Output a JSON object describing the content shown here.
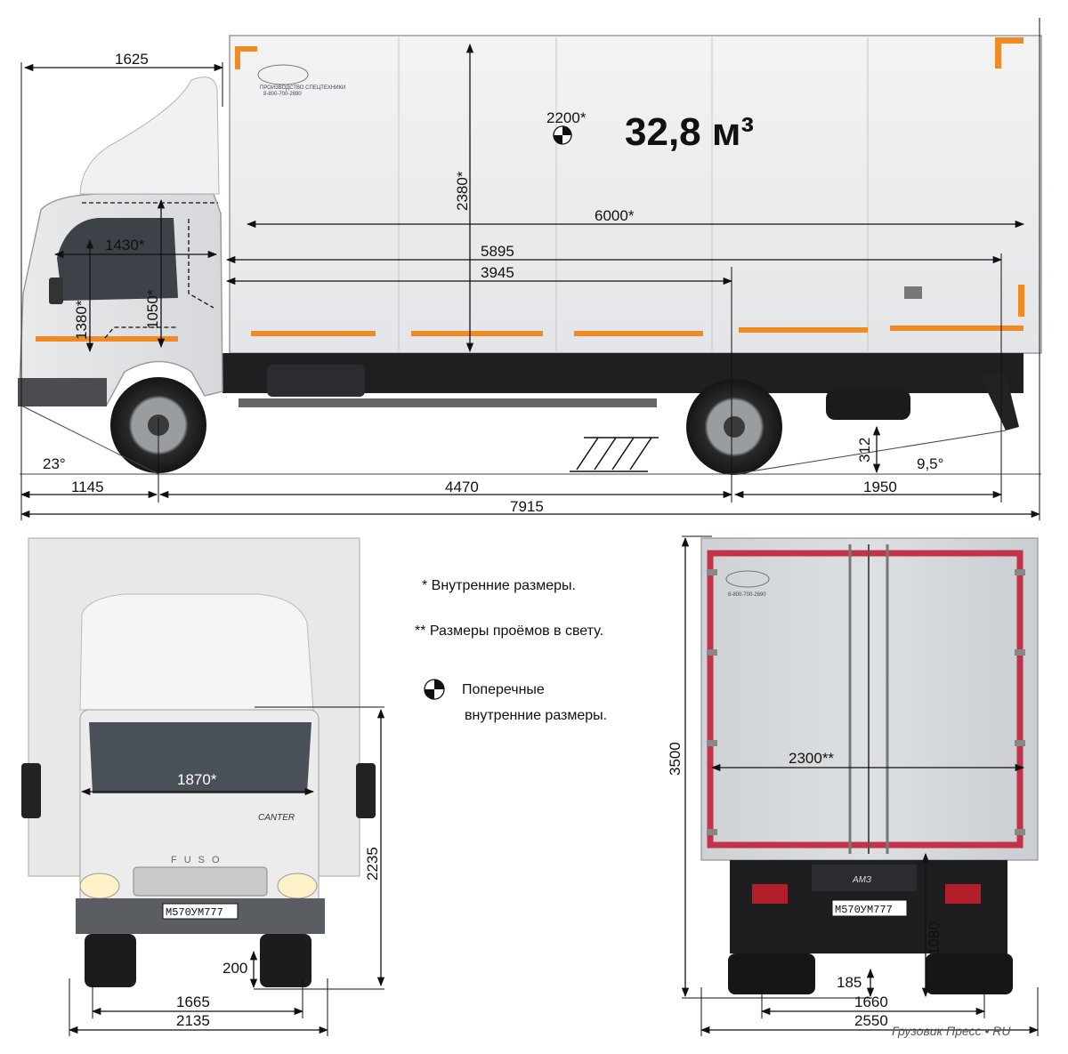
{
  "side_view": {
    "volume_label": "32,8 м³",
    "dims": {
      "front_overhang_cab": "1625",
      "cab_width_inner": "1430*",
      "cab_height_1380": "1380*",
      "cab_height_1050": "1050*",
      "box_inner_height": "2380*",
      "box_inner_width_transverse": "2200*",
      "box_inner_length": "6000*",
      "frame_5895": "5895",
      "frame_3945": "3945",
      "front_overhang": "1145",
      "wheelbase": "4470",
      "rear_overhang": "1950",
      "overall_length": "7915",
      "rear_clearance": "312",
      "approach_angle": "23°",
      "departure_angle": "9,5°"
    }
  },
  "front_view": {
    "dims": {
      "cab_inner_width": "1870*",
      "height_2235": "2235",
      "ground_clearance": "200",
      "track_front": "1665",
      "width_2135": "2135"
    },
    "plate": "М570УМ777",
    "brand": "FUSO",
    "model": "CANTER"
  },
  "rear_view": {
    "dims": {
      "door_opening_width": "2300**",
      "overall_height": "3500",
      "floor_height": "1080",
      "rear_clearance": "185",
      "track_rear": "1660",
      "overall_width": "2550"
    },
    "plate": "М570УМ777",
    "logo_text": "АМЗ"
  },
  "legend": {
    "line1": "* Внутренние размеры.",
    "line2": "** Размеры проёмов в свету.",
    "line3a": "Поперечные",
    "line3b": "внутренние размеры."
  },
  "watermark": "Грузовик Пресс • RU"
}
